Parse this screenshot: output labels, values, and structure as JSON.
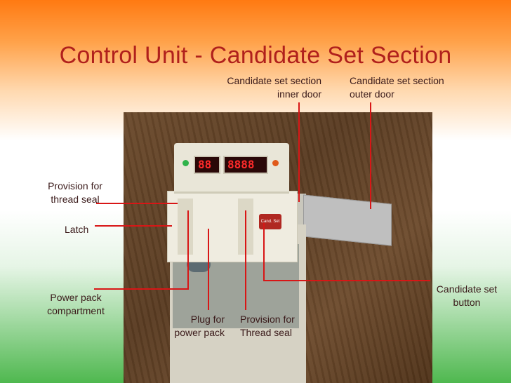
{
  "title": "Control Unit - Candidate Set Section",
  "photo": {
    "display_left": "88",
    "display_right": "8888",
    "red_button_text": "Cand. Set"
  },
  "labels": {
    "inner_door": "Candidate set section\ninner door",
    "outer_door": "Candidate set section\nouter door",
    "thread_seal_left": "Provision for\nthread seal",
    "latch": "Latch",
    "power_pack_compartment": "Power pack\ncompartment",
    "plug": "Plug for\npower pack",
    "thread_seal_bottom": "Provision for\nThread seal",
    "candidate_set_button": "Candidate set\nbutton"
  },
  "colors": {
    "title": "#b0201c",
    "pointer": "#d81616"
  }
}
